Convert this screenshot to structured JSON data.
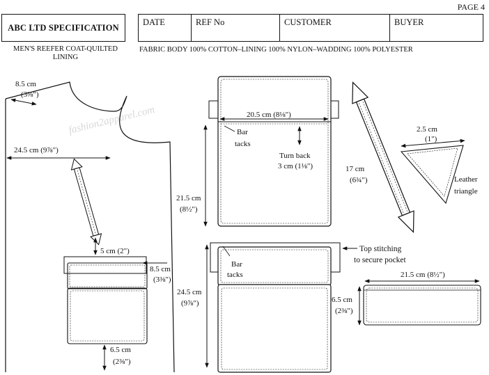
{
  "page": {
    "number_label": "PAGE 4"
  },
  "header": {
    "title": "ABC LTD SPECIFICATION",
    "fields": [
      "DATE",
      "REF No",
      "CUSTOMER",
      "BUYER"
    ],
    "garment_line1": "MEN'S REEFER COAT-QUILTED",
    "garment_line2": "LINING",
    "fabric": "FABRIC BODY 100% COTTON–LINING 100% NYLON–WADDING 100% POLYESTER"
  },
  "watermark": "fashion2apparel.com",
  "front_panel": {
    "shoulder_cm": "8.5 cm",
    "shoulder_in": "(3⅜\")",
    "chest_pos": "24.5 cm (9⅞\")",
    "pocket_gap": "5 cm (2\")",
    "flap_cm": "8.5 cm",
    "flap_in": "(3⅜\")",
    "hem_cm": "6.5 cm",
    "hem_in": "(2⅜\")"
  },
  "top_pocket": {
    "width": "20.5 cm (8⅛\")",
    "bar_tacks_1": "Bar",
    "bar_tacks_2": "tacks",
    "turn_back_1": "Turn back",
    "turn_back_2": "3 cm (1⅛\")",
    "height_cm": "21.5 cm",
    "height_in": "(8½\")"
  },
  "bottom_pocket": {
    "bar_tacks_1": "Bar",
    "bar_tacks_2": "tacks",
    "top_stitch_1": "Top stitching",
    "top_stitch_2": "to secure pocket",
    "height_cm": "24.5 cm",
    "height_in": "(9⅞\")"
  },
  "toggle": {
    "length_cm": "17 cm",
    "length_in": "(6¾\")"
  },
  "triangle": {
    "size_cm": "2.5 cm",
    "size_in": "(1\")",
    "label_1": "Leather",
    "label_2": "triangle"
  },
  "welt": {
    "width": "21.5 cm (8½\")",
    "height_cm": "6.5 cm",
    "height_in": "(2⅜\")"
  }
}
